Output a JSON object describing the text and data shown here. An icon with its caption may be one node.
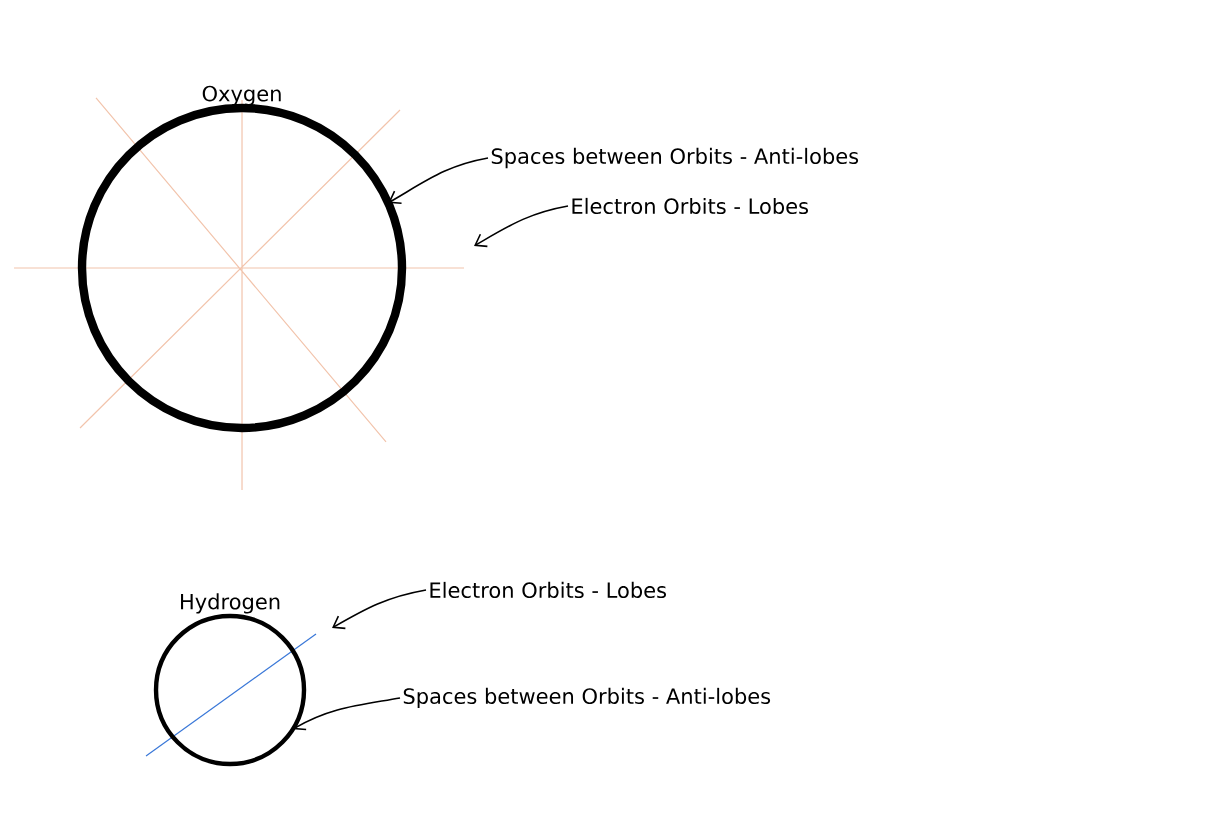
{
  "diagram": {
    "nodes": [
      {
        "text": [
          "Oxygen"
        ]
      },
      {
        "text": [
          "Hydrogen"
        ]
      },
      {
        "text": [
          "Spaces between Orbits - Anti-lobes"
        ]
      },
      {
        "text": [
          "Electron Orbits - Lobes"
        ]
      },
      {
        "text": [
          "Electron Orbits - Lobes"
        ]
      },
      {
        "text": [
          "Spaces between Orbits - Anti-lobes"
        ]
      }
    ],
    "edges": [
      {
        "from": 2,
        "to": 0,
        "arrow": "to"
      },
      {
        "from": 3,
        "to": null,
        "arrow": "to"
      },
      {
        "from": 4,
        "to": null,
        "arrow": "to"
      },
      {
        "from": 5,
        "to": 1,
        "arrow": "to"
      }
    ]
  }
}
